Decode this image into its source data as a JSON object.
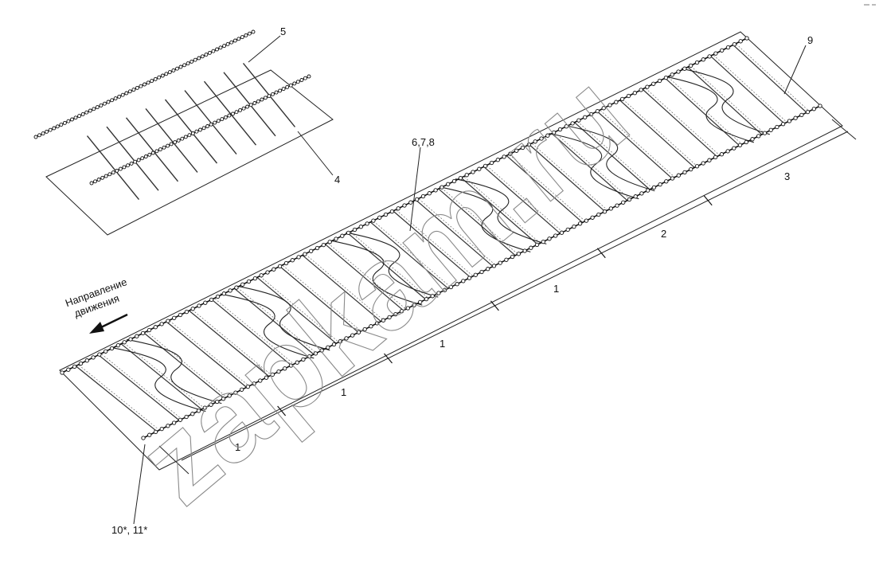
{
  "labels": {
    "callout_5": "5",
    "callout_4": "4",
    "callout_9": "9",
    "callout_678": "6,7,8",
    "callout_1011": "10*, 11*",
    "seg_1a": "1",
    "seg_1b": "1",
    "seg_1c": "1",
    "seg_1d": "1",
    "seg_2": "2",
    "seg_3": "3",
    "direction_line1": "Направление",
    "direction_line2": "движения"
  },
  "watermark": "zapkam.ru",
  "colors": {
    "line": "#1a1a1a",
    "watermark": "#8a8a8a",
    "background": "#ffffff"
  }
}
